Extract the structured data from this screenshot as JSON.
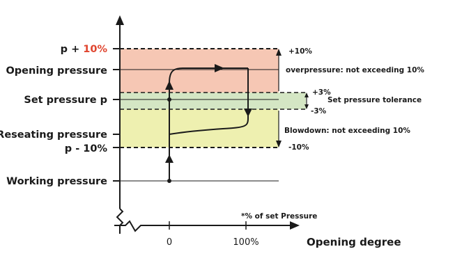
{
  "levels": {
    "p_plus_10": {
      "prefix": "p + ",
      "value": "10%"
    },
    "opening": "Opening pressure",
    "set": "Set pressure p",
    "reseating": "Reseating pressure",
    "p_minus_10": "p - 10%",
    "working": "Working pressure"
  },
  "right_labels": {
    "plus10": "+10%",
    "overpressure": "overpressure: not exceeding 10%",
    "plus3": "+3%",
    "tolerance": "Set pressure tolerance",
    "minus3": "-3%",
    "blowdown": "Blowdown: not exceeding 10%",
    "minus10": "-10%"
  },
  "footnote": "*% of set Pressure",
  "x_axis": {
    "label": "Opening degree",
    "ticks": [
      "0",
      "100%"
    ]
  },
  "colors": {
    "overpressure_zone": "#f6c7b4",
    "tolerance_zone": "#d4e6c4",
    "blowdown_zone": "#eef0b0",
    "red_text": "#e0452f",
    "line": "#1a1a1a"
  }
}
